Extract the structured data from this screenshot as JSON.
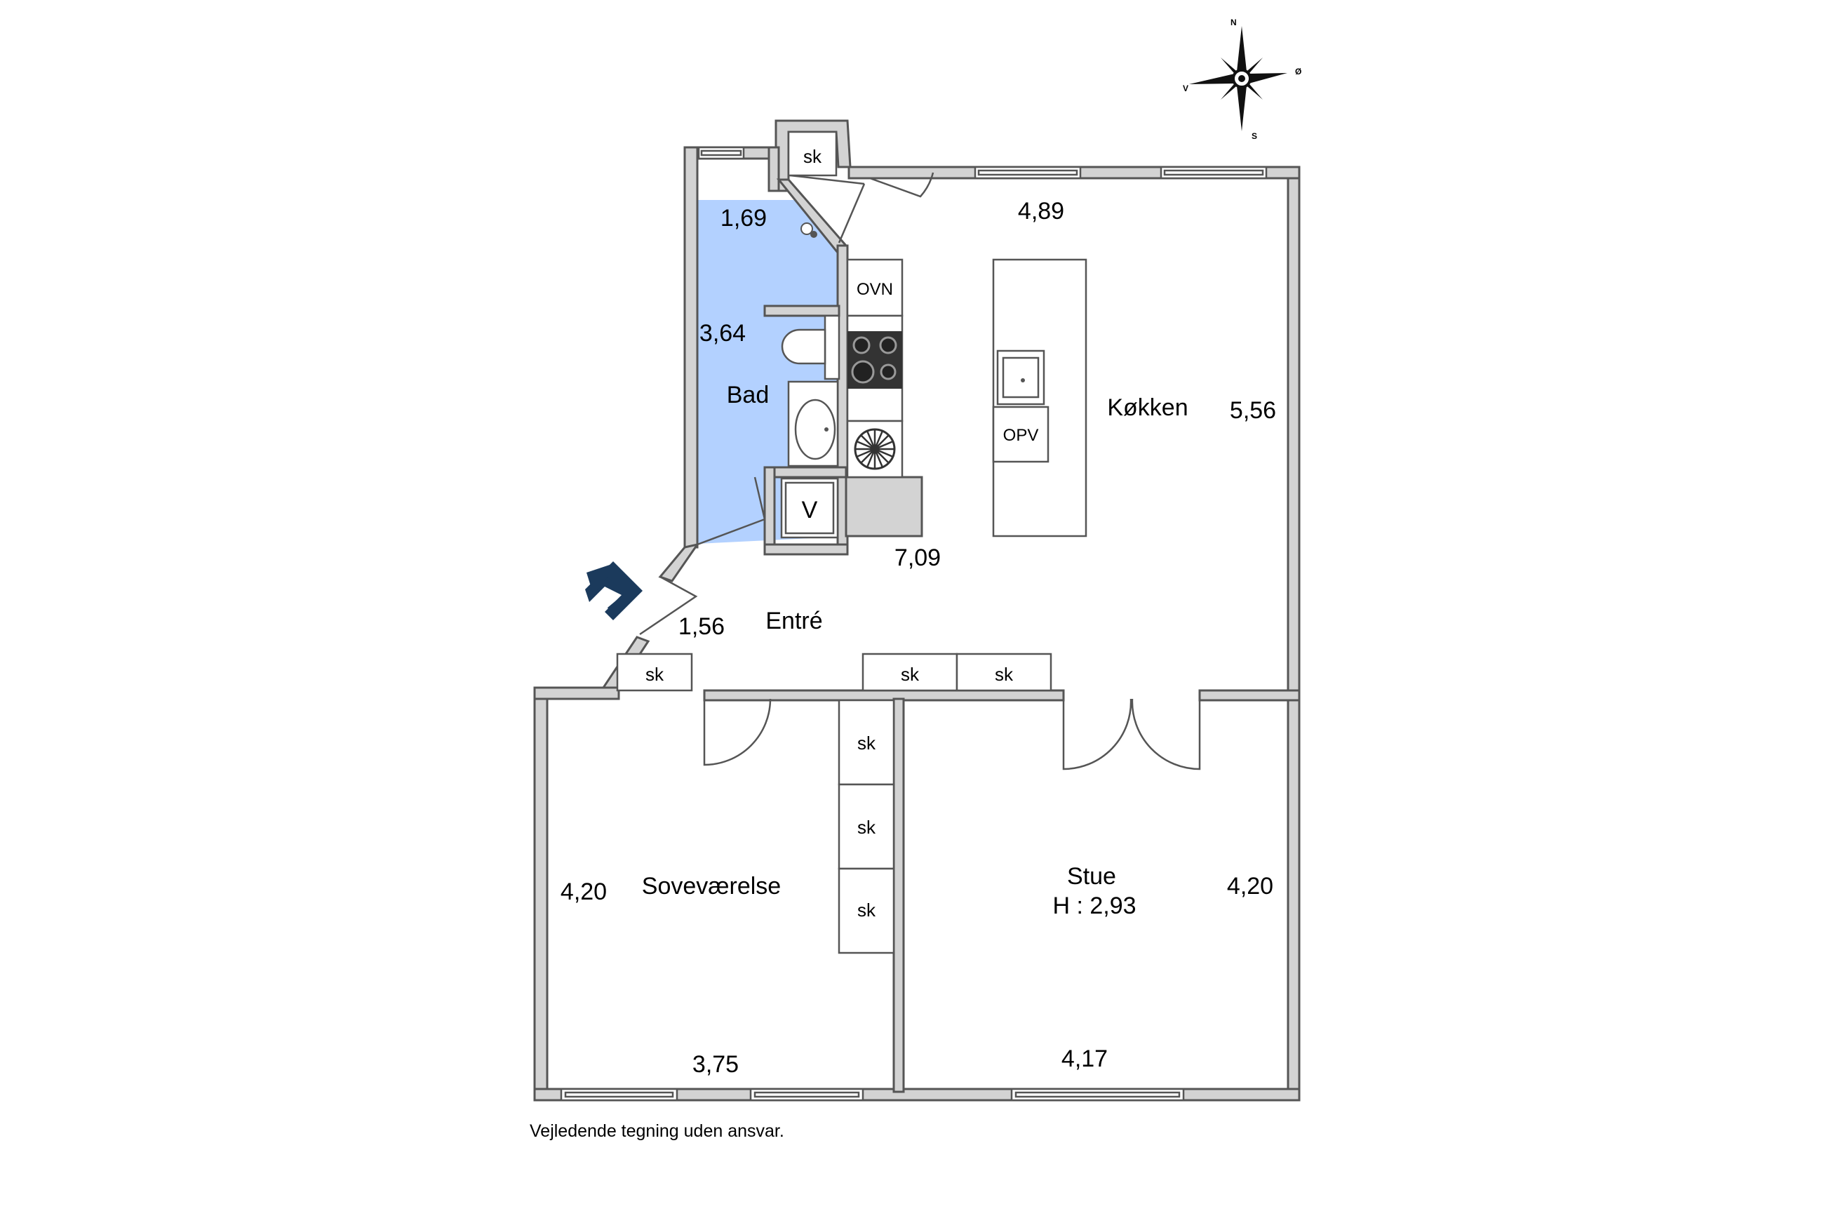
{
  "rooms": {
    "bad": {
      "name": "Bad",
      "dim_a": "1,69",
      "dim_b": "3,64"
    },
    "kokken": {
      "name": "Køkken",
      "dim_a": "4,89",
      "dim_b": "5,56"
    },
    "entre": {
      "name": "Entré",
      "dim_a": "1,56",
      "dim_b": "7,09"
    },
    "sovevaerelse": {
      "name": "Soveværelse",
      "dim_a": "4,20",
      "dim_b": "3,75"
    },
    "stue": {
      "name": "Stue",
      "height": "H : 2,93",
      "dim_a": "4,20",
      "dim_b": "4,17"
    }
  },
  "fixtures": {
    "closet": "sk",
    "oven": "OVN",
    "dishwasher": "OPV",
    "washer": "V"
  },
  "compass": {
    "n": "N",
    "s": "S",
    "v": "V",
    "o": "Ø"
  },
  "disclaimer": "Vejledende tegning uden ansvar.",
  "colors": {
    "bath_fill": "#b3d1ff",
    "wall": "#d3d3d3",
    "entrance_arrow": "#1b3a5c"
  }
}
